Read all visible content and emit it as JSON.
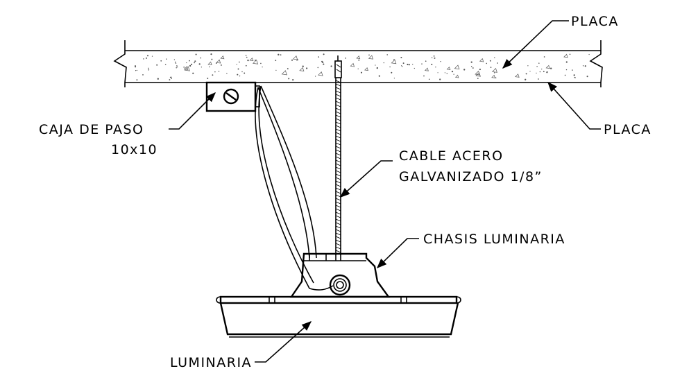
{
  "labels": {
    "placa_top": "PLACA",
    "placa_right": "PLACA",
    "caja_line1": "CAJA DE PASO",
    "caja_line2": "10x10",
    "cable_line1": "CABLE ACERO",
    "cable_line2": "GALVANIZADO 1/8”",
    "chasis": "CHASIS LUMINARIA",
    "luminaria": "LUMINARIA"
  }
}
